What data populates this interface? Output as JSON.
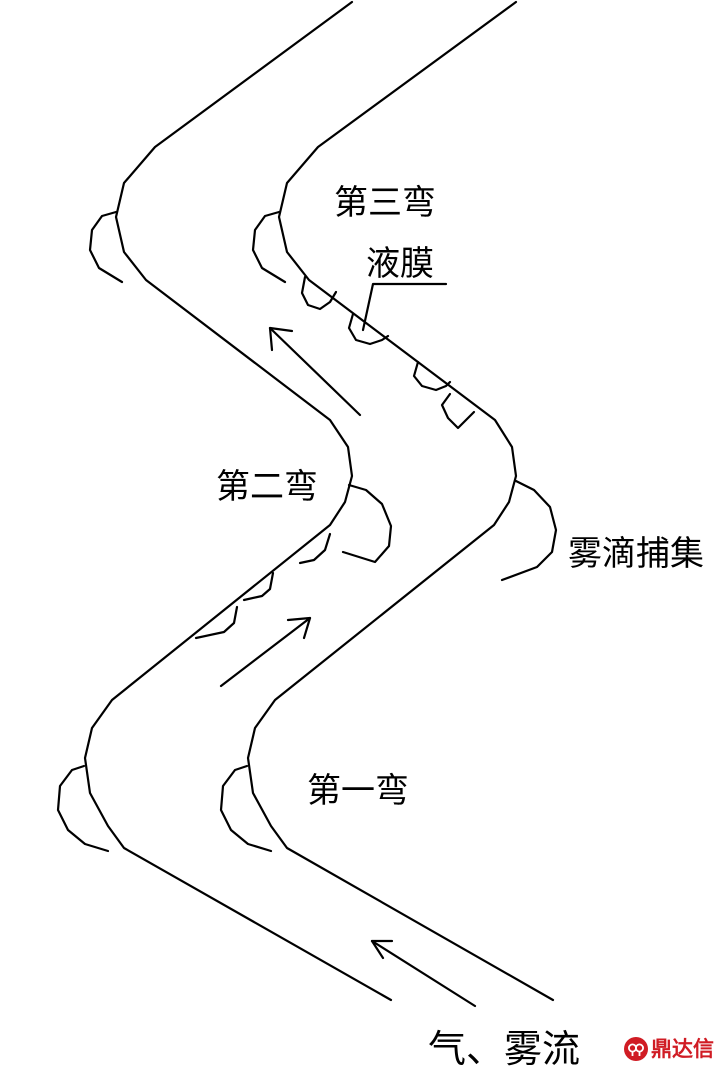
{
  "labels": {
    "bend3": "第三弯",
    "liquid_film": "液膜",
    "bend2": "第二弯",
    "mist_capture": "雾滴捕集",
    "bend1": "第一弯",
    "inflow": "气、雾流"
  },
  "watermark": {
    "text": "鼎达信",
    "color": "#d01c24"
  },
  "icons": {
    "logo": "dingdaxin-logo-icon"
  }
}
